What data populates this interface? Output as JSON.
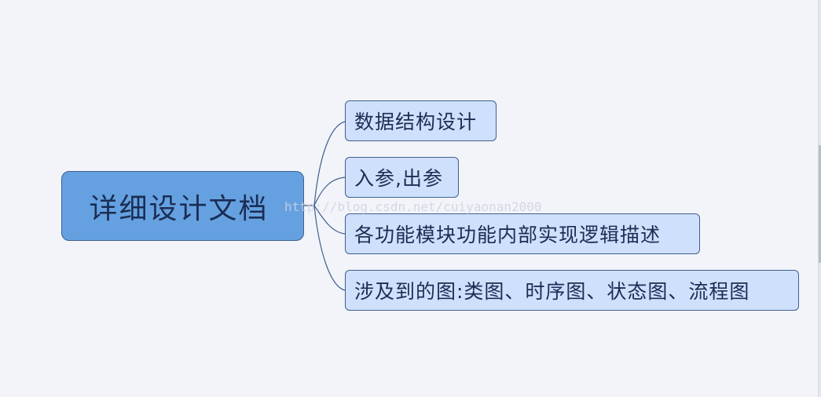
{
  "mindmap": {
    "root": {
      "label": "详细设计文档"
    },
    "children": [
      {
        "label": "数据结构设计"
      },
      {
        "label": "入参,出参"
      },
      {
        "label": "各功能模块功能内部实现逻辑描述"
      },
      {
        "label": "涉及到的图:类图、时序图、状态图、流程图"
      }
    ]
  },
  "watermark": "http://blog.csdn.net/cuiyaonan2000",
  "colors": {
    "background": "#f2f4f9",
    "root_fill": "#65a1e0",
    "child_fill": "#cfe0fc",
    "border": "#3f5f8f",
    "text": "#1b2d55",
    "connector": "#3f5f8f"
  }
}
